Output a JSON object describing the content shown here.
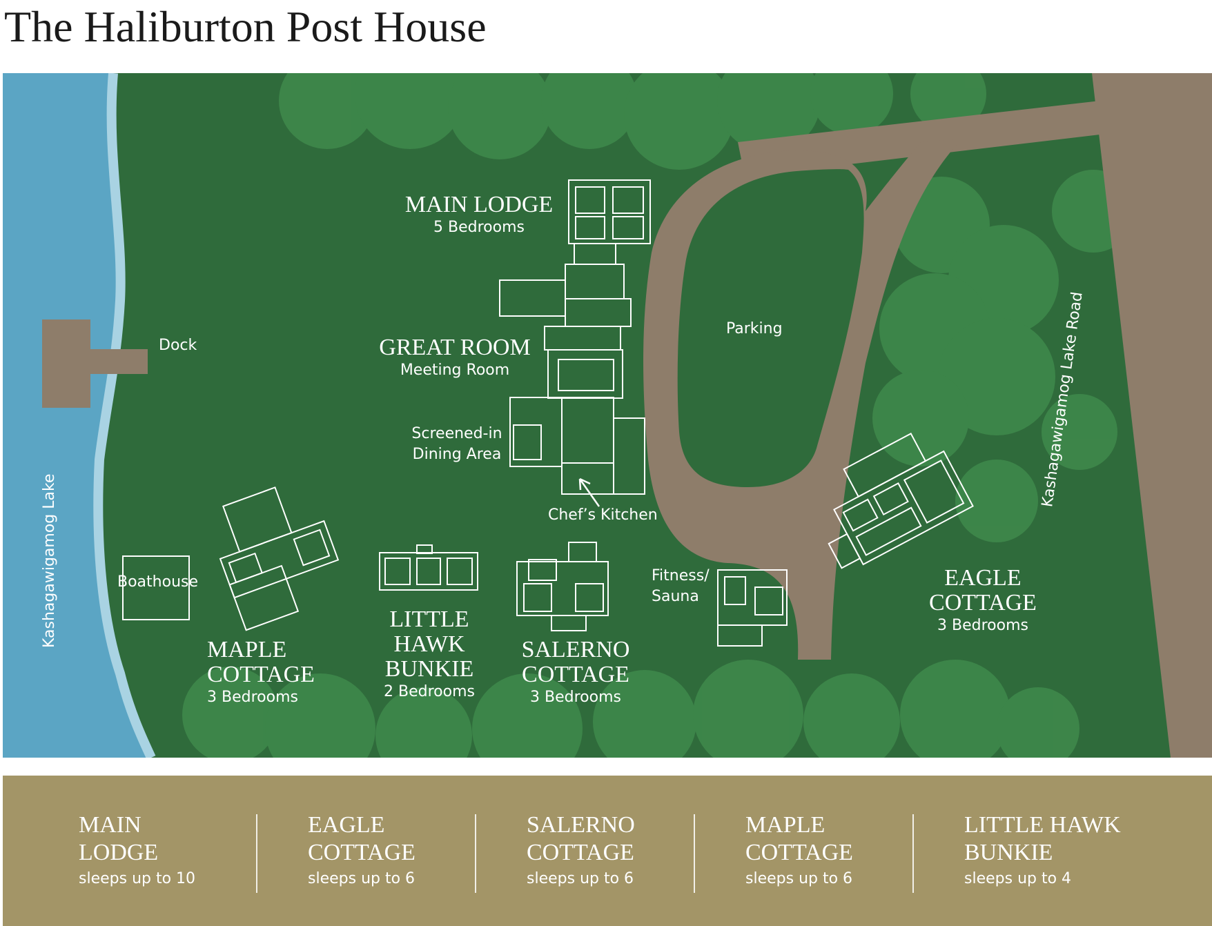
{
  "title": "The Haliburton Post House",
  "map": {
    "colors": {
      "grass": "#2f6b3b",
      "tree": "#3f8a4c",
      "water": "#5ba5c4",
      "shore": "#a9d3e3",
      "road": "#8e7d6a",
      "legend_bg": "#a39567"
    },
    "labels": {
      "main_lodge": {
        "name": "MAIN LODGE",
        "detail": "5 Bedrooms"
      },
      "great_room": {
        "name": "GREAT ROOM",
        "detail": "Meeting Room"
      },
      "screened_dining": {
        "line1": "Screened-in",
        "line2": "Dining Area"
      },
      "chefs_kitchen": "Chef’s Kitchen",
      "parking": "Parking",
      "dock": "Dock",
      "boathouse": "Boathouse",
      "lake": "Kashagawigamog Lake",
      "road": "Kashagawigamog Lake Road",
      "fitness": {
        "line1": "Fitness/",
        "line2": "Sauna"
      },
      "maple": {
        "line1": "MAPLE",
        "line2": "COTTAGE",
        "detail": "3 Bedrooms"
      },
      "little_hawk": {
        "line1": "LITTLE",
        "line2": "HAWK",
        "line3": "BUNKIE",
        "detail": "2 Bedrooms"
      },
      "salerno": {
        "line1": "SALERNO",
        "line2": "COTTAGE",
        "detail": "3 Bedrooms"
      },
      "eagle": {
        "line1": "EAGLE",
        "line2": "COTTAGE",
        "detail": "3 Bedrooms"
      }
    }
  },
  "legend": [
    {
      "name": "MAIN\nLODGE",
      "sleeps": "sleeps up to 10"
    },
    {
      "name": "EAGLE\nCOTTAGE",
      "sleeps": "sleeps up to 6"
    },
    {
      "name": "SALERNO\nCOTTAGE",
      "sleeps": "sleeps up to 6"
    },
    {
      "name": "MAPLE\nCOTTAGE",
      "sleeps": "sleeps up to 6"
    },
    {
      "name": "LITTLE HAWK\nBUNKIE",
      "sleeps": "sleeps up to 4"
    }
  ]
}
